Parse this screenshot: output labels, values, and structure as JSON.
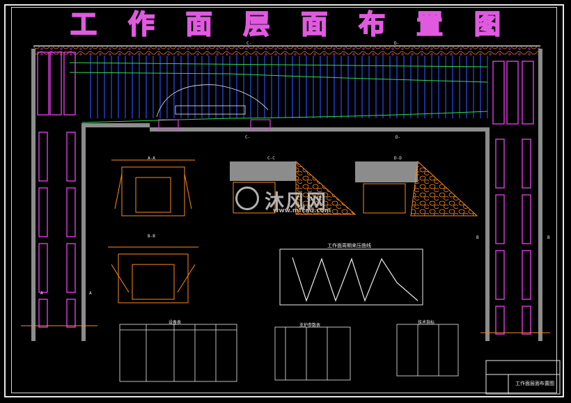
{
  "drawing": {
    "title_chars": [
      "工",
      "作",
      "面",
      "层",
      "面",
      "布",
      "置",
      "图"
    ],
    "title_block_text": "工作面层面布置图",
    "section_labels": {
      "c_top": "C-",
      "d_top": "D-",
      "c_mid": "C-",
      "d_mid": "D-",
      "a_left1": "A",
      "a_left2": "A",
      "b_right1": "B",
      "b_right2": "B",
      "view_aa": "A-A",
      "view_bb": "B-B",
      "view_cc": "C-C",
      "view_dd": "D-D"
    },
    "chart_caption": "工作面周期来压曲线",
    "table_titles": {
      "left": "设备表",
      "mid": "支护参数表",
      "right": "技术指标"
    }
  },
  "watermark": {
    "main": "沐风网",
    "sub": "www.mfcad.com"
  },
  "colors": {
    "title_stroke": "#e05ae0",
    "magenta": "#e23be6",
    "orange": "#ff8a1e",
    "blue": "#2a4dff",
    "green": "#2be04a",
    "gray": "#8c8c8c",
    "white": "#eeeeee"
  }
}
